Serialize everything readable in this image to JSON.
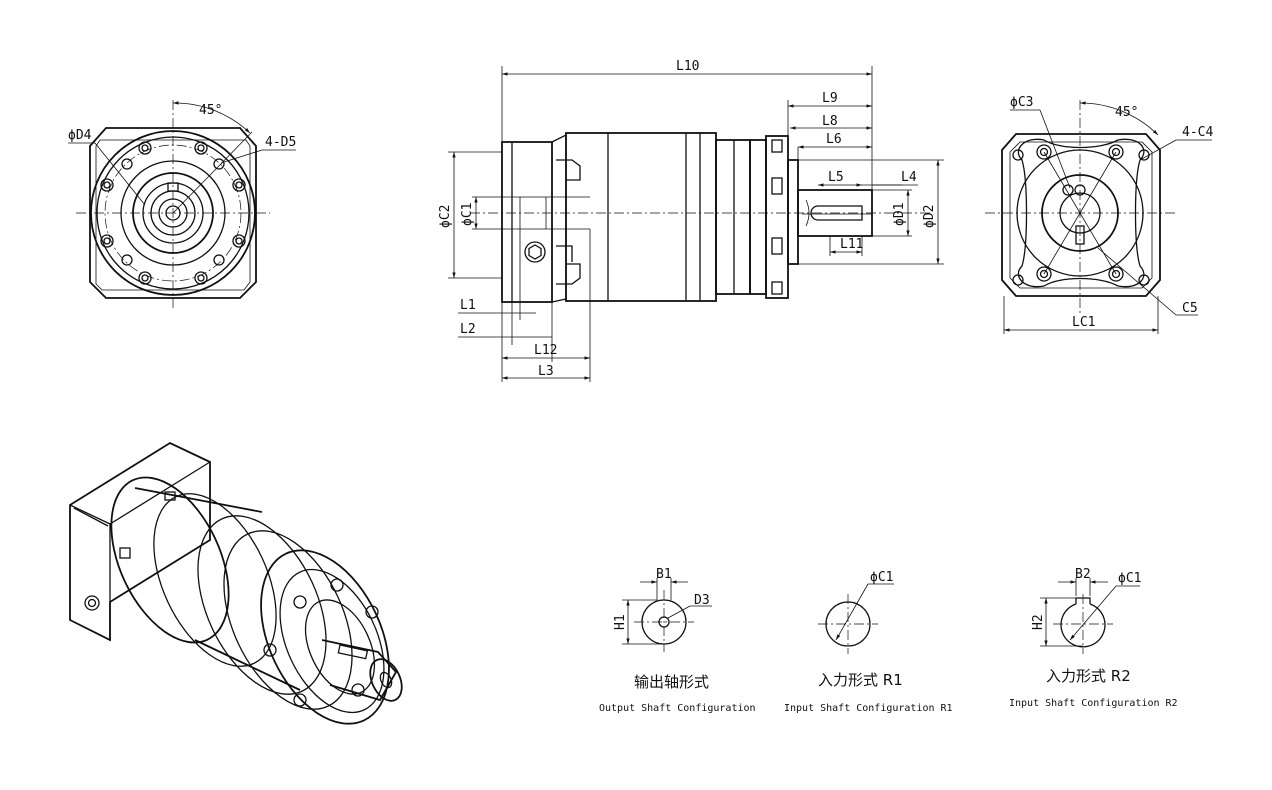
{
  "labels": {
    "front_left": {
      "phi_d4": "ϕD4",
      "angle": "45°",
      "holes": "4-D5"
    },
    "side": {
      "l10": "L10",
      "l9": "L9",
      "l8": "L8",
      "l6": "L6",
      "l5": "L5",
      "l4": "L4",
      "d1": "ϕD1",
      "d2": "ϕD2",
      "l11": "L11",
      "c2": "ϕC2",
      "c1": "ϕC1",
      "l1": "L1",
      "l2": "L2",
      "l12": "L12",
      "l3": "L3"
    },
    "front_right": {
      "phi_c3": "ϕC3",
      "angle": "45°",
      "holes": "4-C4",
      "c5": "C5",
      "lc1": "LC1"
    }
  },
  "shaft_configs": [
    {
      "title": "输出轴形式",
      "subtitle": "Output Shaft Configuration",
      "dims": [
        "B1",
        "D3",
        "H1"
      ]
    },
    {
      "title": "入力形式 R1",
      "subtitle": "Input Shaft Configuration R1",
      "dims": [
        "ϕC1"
      ]
    },
    {
      "title": "入力形式 R2",
      "subtitle": "Input Shaft Configuration R2",
      "dims": [
        "B2",
        "ϕC1",
        "H2"
      ]
    }
  ]
}
